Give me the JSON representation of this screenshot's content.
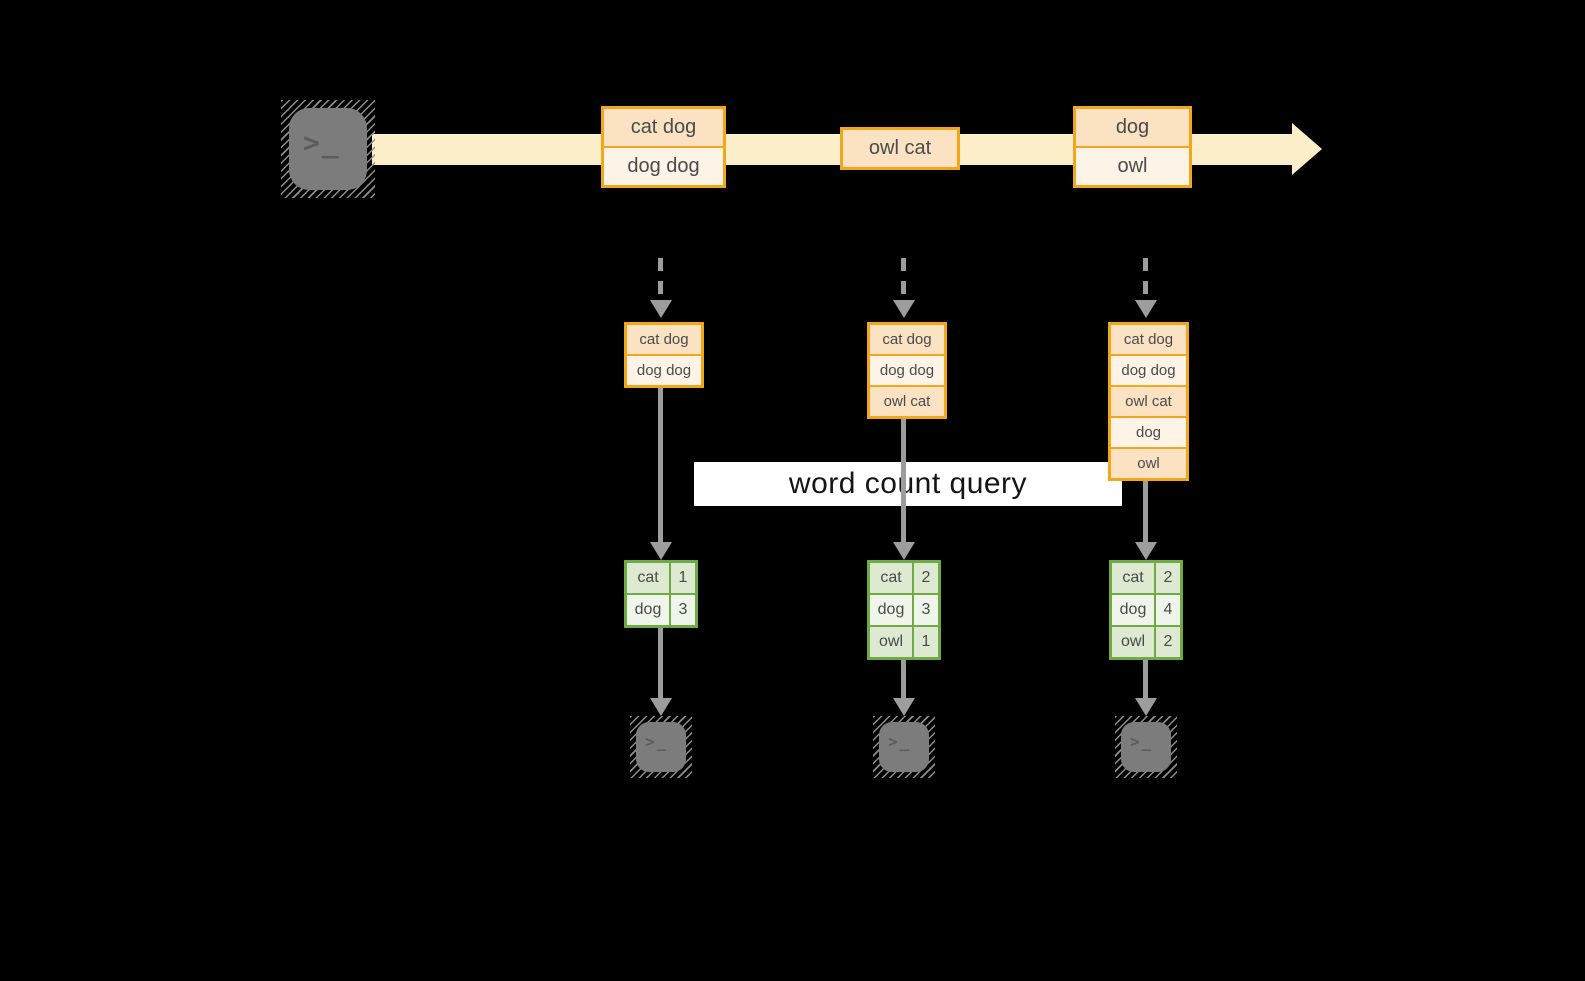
{
  "colors": {
    "bg": "#000000",
    "stream": "#FBEEC8",
    "orange": "#F2A71B",
    "peach-dark": "#FAE2C3",
    "peach-light": "#FDF3E6",
    "green": "#6FAA45",
    "green-dark": "#DDE9D1",
    "green-light": "#F0F5EB",
    "arrow": "#9D9D9D",
    "label-bg": "#FFFFFF",
    "cell-text": "#4A4A4A",
    "label-text": "#151515",
    "terminal-body": "#7C7C7C",
    "terminal-glyph": "#5C5C5C"
  },
  "query": {
    "label": "word count query"
  },
  "icons": {
    "terminal_prompt": ">_"
  },
  "stream": {
    "events": [
      {
        "cells": [
          "cat dog",
          "dog dog"
        ]
      },
      {
        "cells": [
          "owl cat"
        ]
      },
      {
        "cells": [
          "dog",
          "owl"
        ]
      }
    ]
  },
  "states": [
    {
      "cells": [
        "cat dog",
        "dog dog"
      ]
    },
    {
      "cells": [
        "cat dog",
        "dog dog",
        "owl cat"
      ]
    },
    {
      "cells": [
        "cat dog",
        "dog dog",
        "owl cat",
        "dog",
        "owl"
      ]
    }
  ],
  "results": [
    {
      "rows": [
        {
          "word": "cat",
          "count": "1"
        },
        {
          "word": "dog",
          "count": "3"
        }
      ]
    },
    {
      "rows": [
        {
          "word": "cat",
          "count": "2"
        },
        {
          "word": "dog",
          "count": "3"
        },
        {
          "word": "owl",
          "count": "1"
        }
      ]
    },
    {
      "rows": [
        {
          "word": "cat",
          "count": "2"
        },
        {
          "word": "dog",
          "count": "4"
        },
        {
          "word": "owl",
          "count": "2"
        }
      ]
    }
  ]
}
